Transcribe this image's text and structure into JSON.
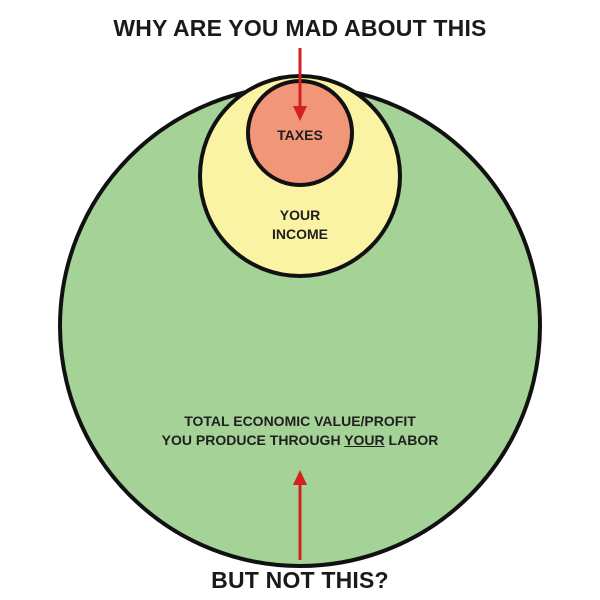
{
  "top_heading": "WHY ARE YOU MAD ABOUT THIS",
  "bottom_heading": "BUT NOT THIS?",
  "circles": {
    "taxes": {
      "label": "TAXES",
      "fill": "#f2967a"
    },
    "income": {
      "line1": "YOUR",
      "line2": "INCOME",
      "fill": "#fbf3a4"
    },
    "economic_value": {
      "line1": "TOTAL ECONOMIC VALUE/PROFIT",
      "line2_pre": "YOU PRODUCE THROUGH ",
      "line2_emph": "YOUR",
      "line2_post": " LABOR",
      "fill": "#a5d296"
    }
  },
  "colors": {
    "outline": "#111111",
    "arrow": "#d42020",
    "text": "#1a1a1a"
  }
}
